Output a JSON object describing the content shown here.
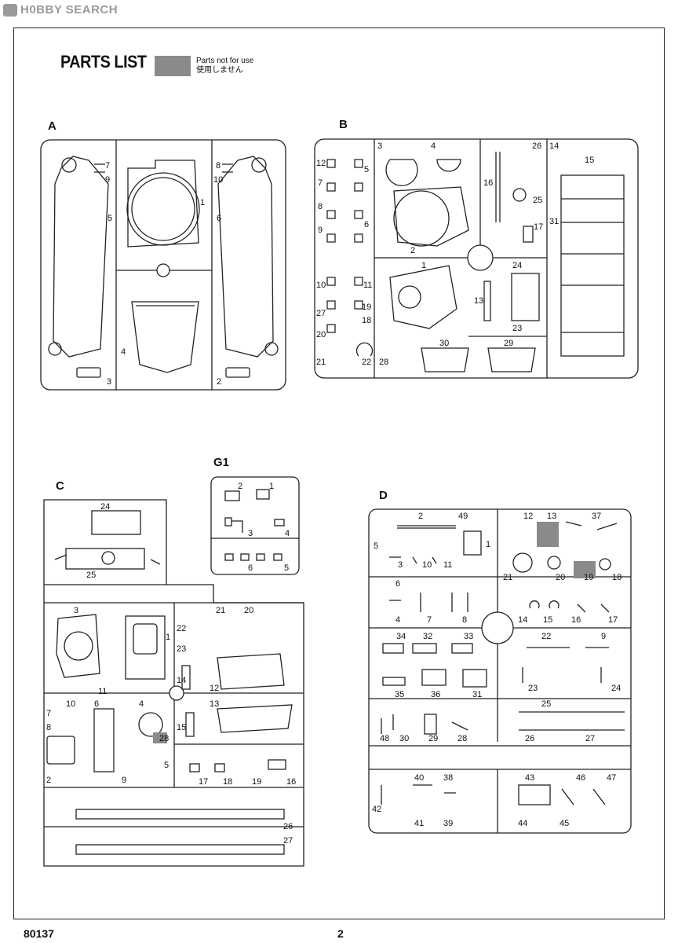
{
  "watermark": "H0BBY SEARCH",
  "header": {
    "title": "PARTS LIST",
    "legend_line1": "Parts not for use",
    "legend_line2": "使用しません",
    "legend_color": "#8a8a8a"
  },
  "sprues": {
    "A": {
      "label": "A",
      "parts": [
        "1",
        "2",
        "3",
        "4",
        "5",
        "6",
        "7",
        "8",
        "9",
        "10"
      ]
    },
    "B": {
      "label": "B",
      "parts": [
        "1",
        "2",
        "3",
        "4",
        "5",
        "6",
        "7",
        "8",
        "9",
        "10",
        "11",
        "12",
        "13",
        "14",
        "15",
        "16",
        "17",
        "18",
        "19",
        "20",
        "21",
        "22",
        "23",
        "24",
        "25",
        "26",
        "27",
        "28",
        "29",
        "30",
        "31"
      ]
    },
    "C": {
      "label": "C",
      "parts": [
        "1",
        "2",
        "3",
        "4",
        "5",
        "6",
        "7",
        "8",
        "9",
        "10",
        "11",
        "12",
        "13",
        "14",
        "15",
        "16",
        "17",
        "18",
        "19",
        "20",
        "21",
        "22",
        "23",
        "24",
        "25",
        "26",
        "27",
        "28"
      ],
      "not_used": [
        "28"
      ]
    },
    "G1": {
      "label": "G1",
      "parts": [
        "1",
        "2",
        "3",
        "4",
        "5",
        "6"
      ]
    },
    "D": {
      "label": "D",
      "parts": [
        "1",
        "2",
        "3",
        "4",
        "5",
        "6",
        "7",
        "8",
        "9",
        "10",
        "11",
        "12",
        "13",
        "14",
        "15",
        "16",
        "17",
        "18",
        "19",
        "20",
        "21",
        "22",
        "23",
        "24",
        "25",
        "26",
        "27",
        "28",
        "29",
        "30",
        "31",
        "32",
        "33",
        "34",
        "35",
        "36",
        "37",
        "38",
        "39",
        "40",
        "41",
        "42",
        "43",
        "44",
        "45",
        "46",
        "47",
        "48",
        "49"
      ],
      "not_used": [
        "13",
        "19"
      ]
    }
  },
  "footer": {
    "code": "80137",
    "page": "2"
  }
}
